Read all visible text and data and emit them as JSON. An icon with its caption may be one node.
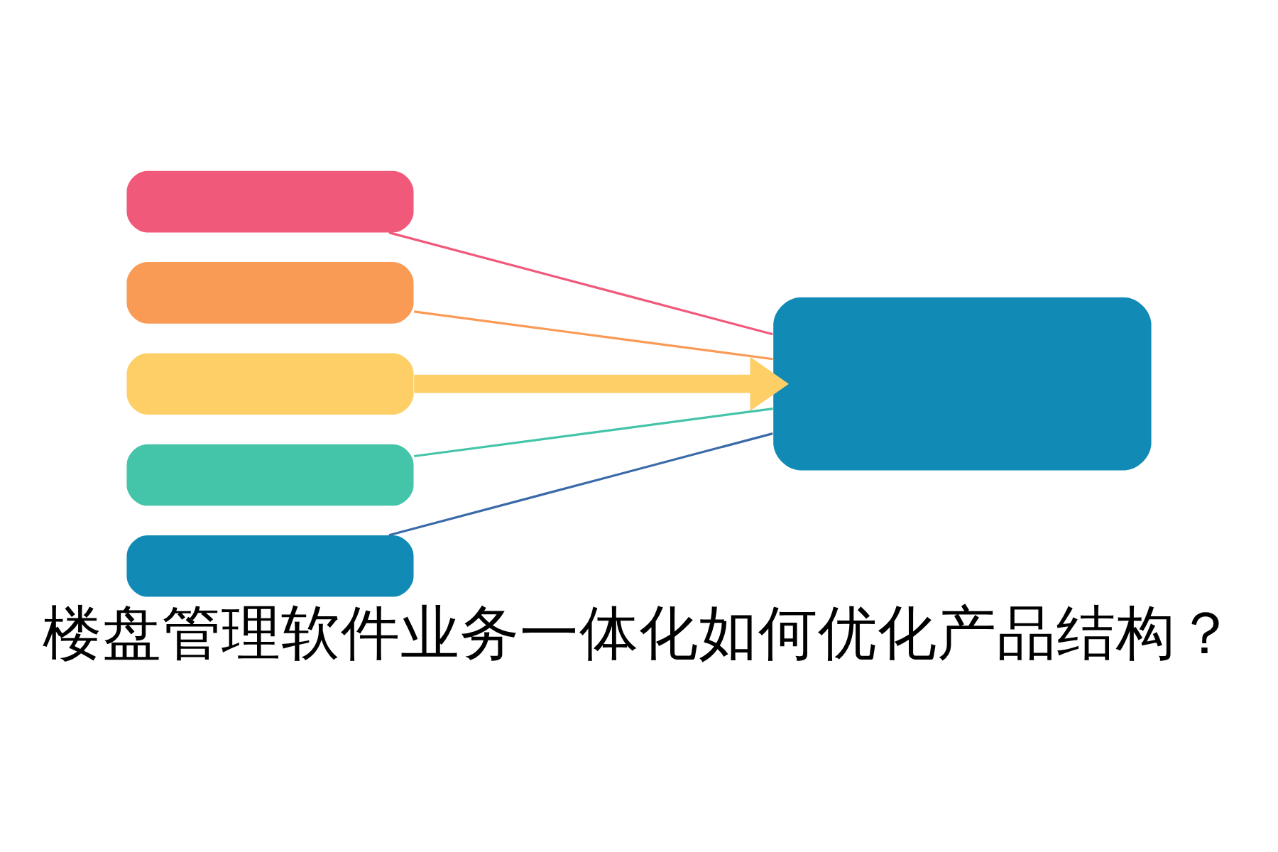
{
  "diagram": {
    "title": "楼盘管理软件业务一体化如何优化产品结构？",
    "nodes": [
      {
        "text": [],
        "shape": "bar"
      },
      {
        "text": [],
        "shape": "bar"
      },
      {
        "text": [],
        "shape": "bar"
      },
      {
        "text": [],
        "shape": "bar"
      },
      {
        "text": [],
        "shape": "bar"
      },
      {
        "text": [],
        "shape": "box"
      }
    ],
    "edges": [
      {
        "from": 0,
        "to": 5,
        "arrow": "none",
        "color": "#f0597a"
      },
      {
        "from": 1,
        "to": 5,
        "arrow": "none",
        "color": "#f99a55"
      },
      {
        "from": 2,
        "to": 5,
        "arrow": "to",
        "style": "thick",
        "color": "#fdcf66"
      },
      {
        "from": 3,
        "to": 5,
        "arrow": "none",
        "color": "#44c4a8"
      },
      {
        "from": 4,
        "to": 5,
        "arrow": "none",
        "color": "#3a6aa8"
      }
    ]
  }
}
